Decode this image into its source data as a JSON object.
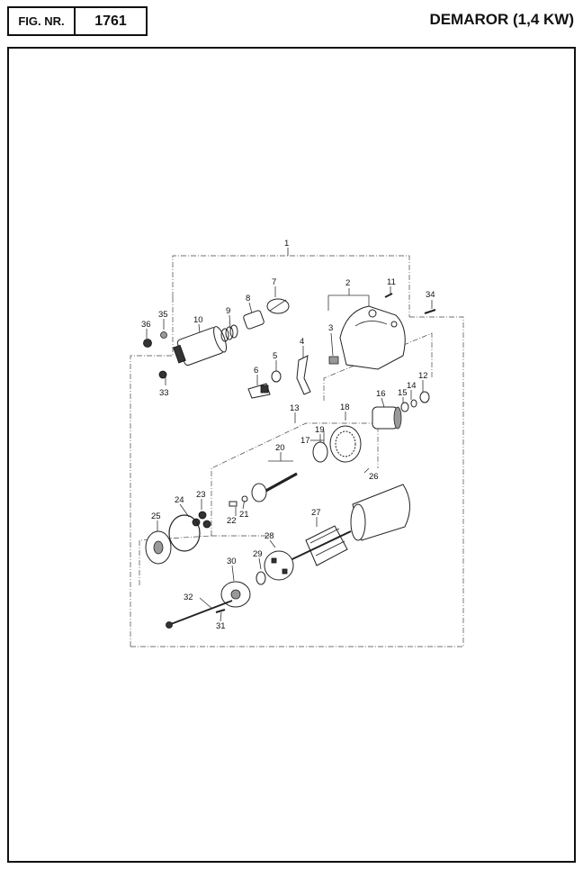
{
  "header": {
    "fig_label": "FIG. NR.",
    "fig_number": "1761",
    "title": "DEMAROR (1,4 KW)"
  },
  "callouts": [
    "1",
    "2",
    "3",
    "4",
    "5",
    "6",
    "7",
    "8",
    "9",
    "10",
    "11",
    "12",
    "13",
    "14",
    "15",
    "16",
    "17",
    "18",
    "19",
    "20",
    "21",
    "22",
    "23",
    "24",
    "25",
    "26",
    "27",
    "28",
    "29",
    "30",
    "31",
    "32",
    "33",
    "34",
    "35",
    "36"
  ],
  "colors": {
    "ink": "#111111",
    "paper": "#ffffff"
  }
}
